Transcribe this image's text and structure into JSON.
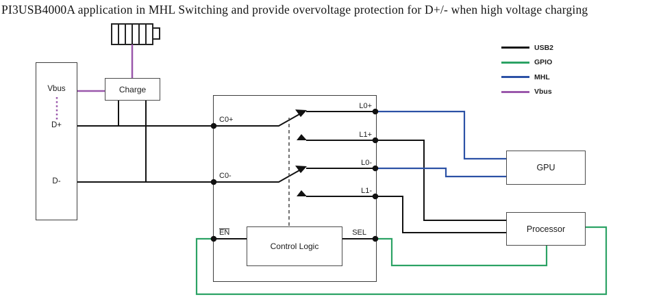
{
  "title": "PI3USB4000A application in MHL Switching and provide overvoltage protection for D+/- when high voltage charging",
  "legend": {
    "items": [
      {
        "label": "USB2",
        "color": "#111111"
      },
      {
        "label": "GPIO",
        "color": "#2ba264"
      },
      {
        "label": "MHL",
        "color": "#2b51a5"
      },
      {
        "label": "Vbus",
        "color": "#9a57ab"
      }
    ]
  },
  "blocks": {
    "connector": {
      "vbus": "Vbus",
      "d_plus": "D+",
      "d_minus": "D-"
    },
    "charge": "Charge",
    "control_logic": "Control Logic",
    "gpu": "GPU",
    "processor": "Processor"
  },
  "pins": {
    "c0_plus": "C0+",
    "c0_minus": "C0-",
    "l0_plus": "L0+",
    "l1_plus": "L1+",
    "l0_minus": "L0-",
    "l1_minus": "L1-",
    "en": "EN",
    "sel": "SEL"
  },
  "colors": {
    "usb2": "#111111",
    "gpio": "#2ba264",
    "mhl": "#2b51a5",
    "vbus": "#9a57ab"
  }
}
